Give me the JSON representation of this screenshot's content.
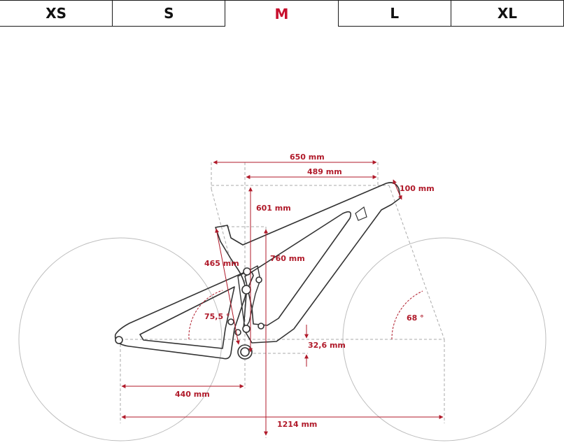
{
  "size_tabs": [
    {
      "label": "XS",
      "active": false
    },
    {
      "label": "S",
      "active": false
    },
    {
      "label": "M",
      "active": true
    },
    {
      "label": "L",
      "active": false
    },
    {
      "label": "XL",
      "active": false
    }
  ],
  "dimensions": {
    "reach_total": "650 mm",
    "reach": "489 mm",
    "head_tube": "100 mm",
    "stack": "601 mm",
    "seat_tube": "465 mm",
    "stand_over": "760 mm",
    "head_angle": "68 °",
    "seat_angle": "75,5 °",
    "bb_drop": "32,6 mm",
    "chainstay": "440 mm",
    "wheelbase": "1214 mm"
  },
  "colors": {
    "accent": "#c8102e",
    "dimension": "#b01a2a",
    "frame": "#333333",
    "guide": "#aaaaaa"
  }
}
